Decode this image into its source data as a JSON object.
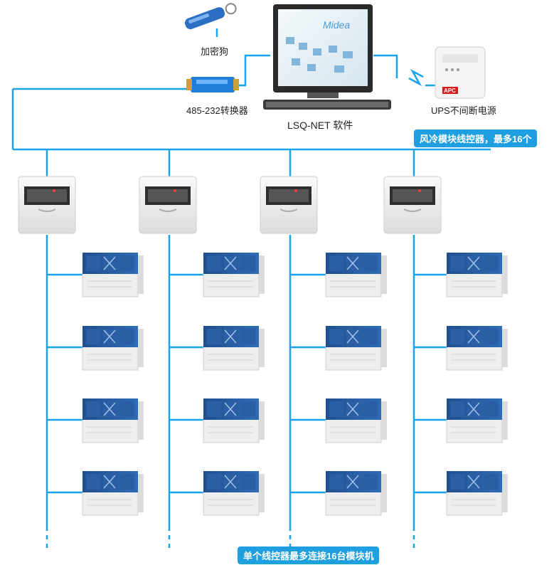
{
  "labels": {
    "dongle": "加密狗",
    "converter": "485-232转换器",
    "software": "LSQ-NET 软件",
    "ups": "UPS不间断电源",
    "controllers_banner": "风冷模块线控器，最多16个",
    "modules_banner": "单个线控器最多连接16台模块机"
  },
  "monitor": {
    "brand": "Midea"
  },
  "ups": {
    "brand": "APC"
  },
  "colors": {
    "bus": "#1aa3e8",
    "banner": "#1f9fe0",
    "module_blue": "#1f4f8f"
  }
}
